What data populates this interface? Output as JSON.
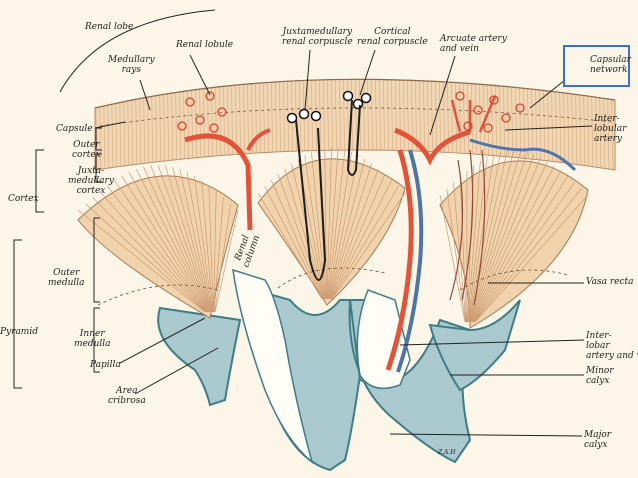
{
  "labels": {
    "renal_lobe": "Renal lobe",
    "renal_lobule": "Renal lobule",
    "medullary_rays": "Medullary\nrays",
    "juxtamedullary_corpuscle": "Juxtamedullary\nrenal corpuscle",
    "cortical_corpuscle": "Cortical\nrenal corpuscle",
    "arcuate_artery": "Arcuate artery\nand vein",
    "capsular_network": "Capsular\nnetwork",
    "interlobular_artery": "Inter-\nlobular\nartery",
    "capsule": "Capsule",
    "outer_cortex": "Outer\ncortex",
    "juxtamedullary_cortex": "Juxta-\nmedullary\ncortex",
    "cortex": "Cortex",
    "renal_column": "Renal\ncolumn",
    "outer_medulla": "Outer\nmedulla",
    "vasa_recta": "Vasa recta",
    "pyramid": "Pyramid",
    "inner_medulla": "Inner\nmedulla",
    "interlobar_artery": "Inter-\nlobar\nartery and vein",
    "papilla": "Papilla",
    "minor_calyx": "Minor\ncalyx",
    "area_cribrosa": "Area\ncribrosa",
    "major_calyx": "Major\ncalyx",
    "signature": "Z.A.H"
  },
  "colors": {
    "background": "#fbf6e7",
    "cortex_band": "#f1d6b4",
    "pyramid_fill": "#f0d3ac",
    "pyramid_stripe": "#cc9a71",
    "artery": "#e0553a",
    "vein": "#4f74a8",
    "calyx": "#a9c9cf",
    "calyx_dark": "#3e7d86",
    "highlight_box": "#3f6fc4",
    "ink": "#222222"
  }
}
